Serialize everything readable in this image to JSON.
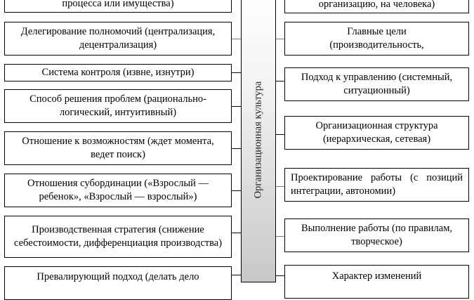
{
  "center_label": "Организационная культура",
  "left_items": [
    "процесса или имущества)",
    "Делегирование полномочий (централизация, децентрализация)",
    "Система контроля (извне, изнутри)",
    "Способ решения проблем (рационально-логический, интуитивный)",
    "Отношение к возможностям (ждет момента, ведет поиск)",
    "Отношения субординации («Взрослый — ребенок», «Взрослый — взрослый»)",
    "Производственная стратегия (снижение себестоимости, дифференциация производства)",
    "Превалирующий подход (делать дело"
  ],
  "right_items": [
    "организацию, на человека)",
    "Главные цели (производительность,",
    "Подход к управлению (системный, ситуационный)",
    "Организационная структура (иерархическая, сетевая)",
    "Проектирование работы (с позиций интеграции, автономии)",
    "Выполнение работы (по правилам, творческое)",
    "Характер изменений"
  ]
}
